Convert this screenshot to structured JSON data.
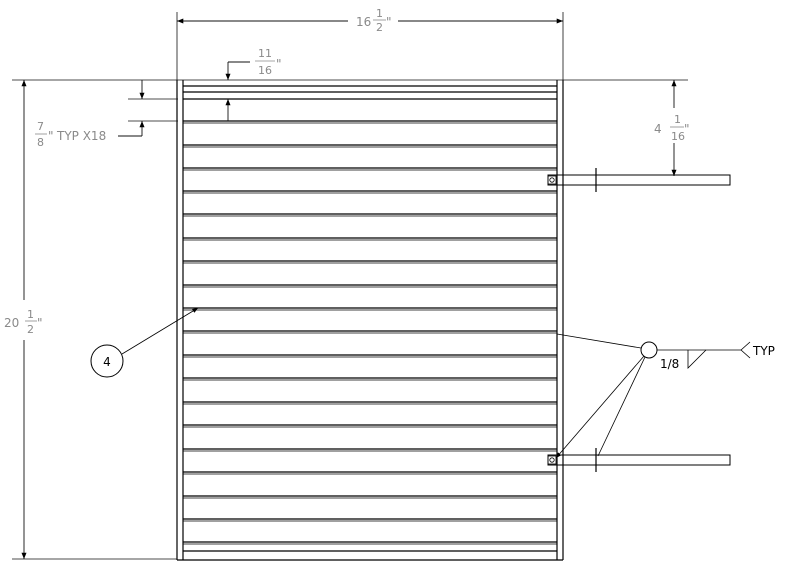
{
  "dimensions": {
    "width": {
      "whole": "16",
      "num": "1",
      "den": "2",
      "unit": "\""
    },
    "gap": {
      "num": "11",
      "den": "16",
      "unit": "\""
    },
    "slat": {
      "num": "7",
      "den": "8",
      "unit": "\"",
      "note": "TYP X18"
    },
    "offset": {
      "whole": "4",
      "num": "1",
      "den": "16",
      "unit": "\""
    },
    "height": {
      "whole": "20",
      "num": "1",
      "den": "2",
      "unit": "\""
    }
  },
  "callout": {
    "label": "4"
  },
  "weld": {
    "size": "1/8",
    "note": "TYP"
  },
  "colors": {
    "line": "#000000",
    "dimension_text": "#8a8a8a"
  }
}
